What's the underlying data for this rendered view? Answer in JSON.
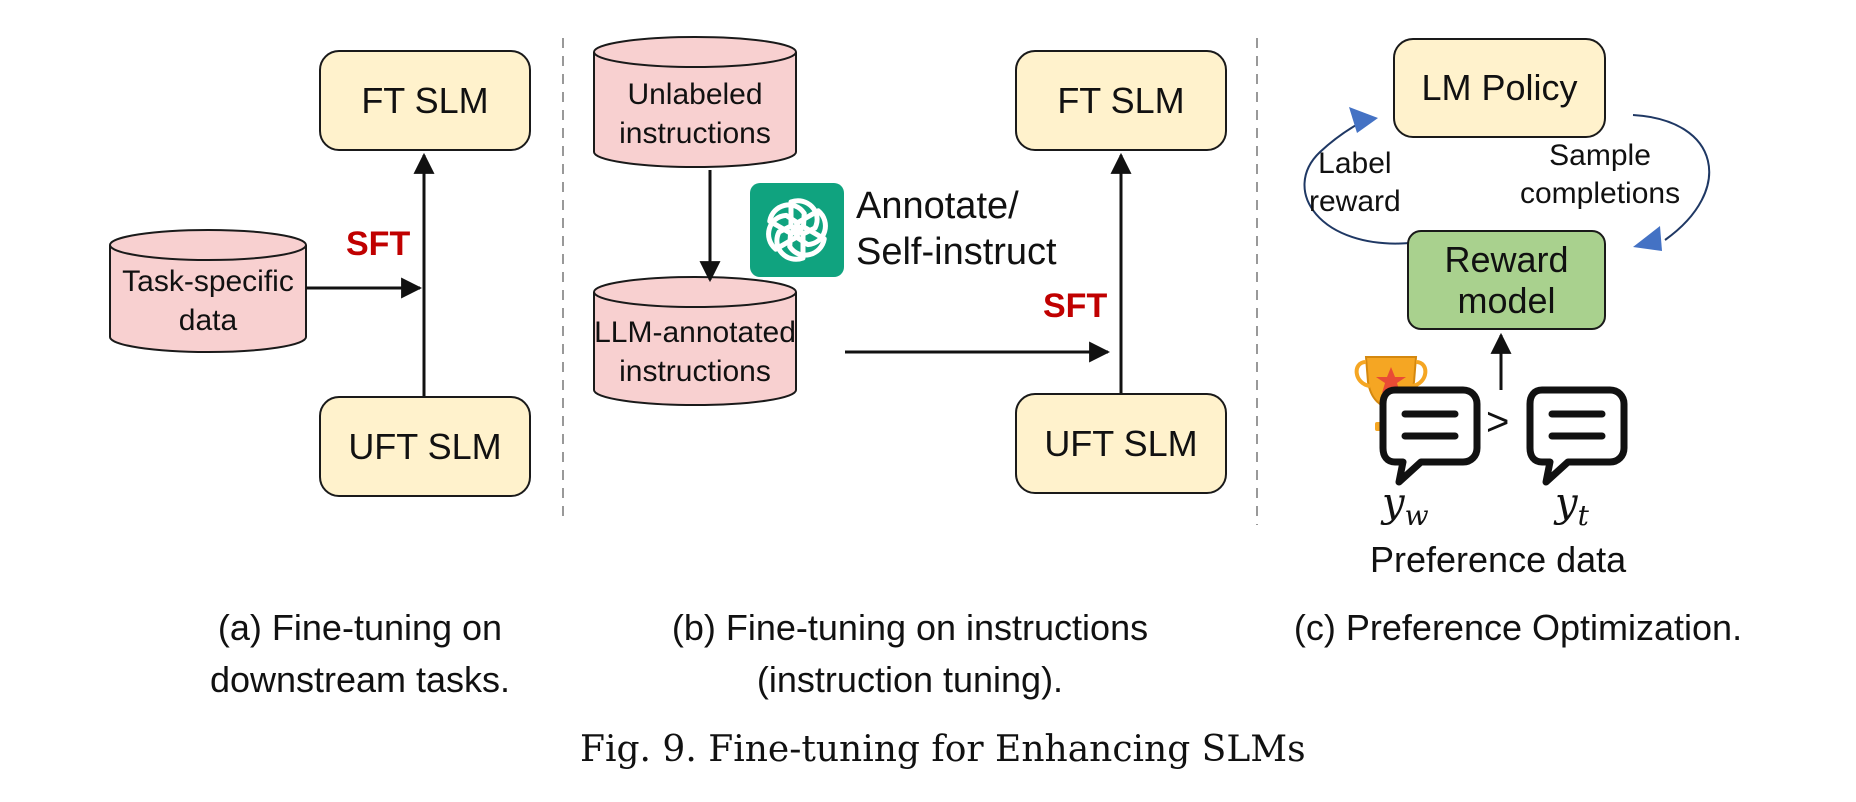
{
  "panel_a": {
    "top_box": "FT SLM",
    "bottom_box": "UFT SLM",
    "data_line1": "Task-specific",
    "data_line2": "data",
    "sft": "SFT",
    "caption_line1": "(a) Fine-tuning on",
    "caption_line2": "downstream tasks."
  },
  "panel_b": {
    "unlabeled_line1": "Unlabeled",
    "unlabeled_line2": "instructions",
    "annotate_line1": "Annotate/",
    "annotate_line2": "Self-instruct",
    "annotated_line1": "LLM-annotated",
    "annotated_line2": "instructions",
    "top_box": "FT SLM",
    "bottom_box": "UFT SLM",
    "sft": "SFT",
    "caption_line1": "(b) Fine-tuning on instructions",
    "caption_line2": "(instruction tuning).",
    "icon": "openai-logo-icon"
  },
  "panel_c": {
    "policy_box": "LM Policy",
    "reward_line1": "Reward",
    "reward_line2": "model",
    "label_reward_line1": "Label",
    "label_reward_line2": "reward",
    "sample_line1": "Sample",
    "sample_line2": "completions",
    "greater_than": ">",
    "yw_base": "y",
    "yw_sub": "w",
    "yt_base": "y",
    "yt_sub": "t",
    "preference_label": "Preference data",
    "caption": "(c) Preference Optimization.",
    "icons": [
      "trophy-icon",
      "chat-bubble-icon"
    ]
  },
  "figure_caption": "Fig. 9.  Fine-tuning for Enhancing SLMs",
  "colors": {
    "yellow_fill": "#fff2cc",
    "pink_fill": "#f8d0d0",
    "green_fill": "#a9d18e",
    "sft_red": "#c00000",
    "arc_blue": "#1f3864",
    "arrowhead_blue": "#4472c4",
    "logo_green": "#10a37f",
    "trophy_gold": "#f5a623"
  }
}
